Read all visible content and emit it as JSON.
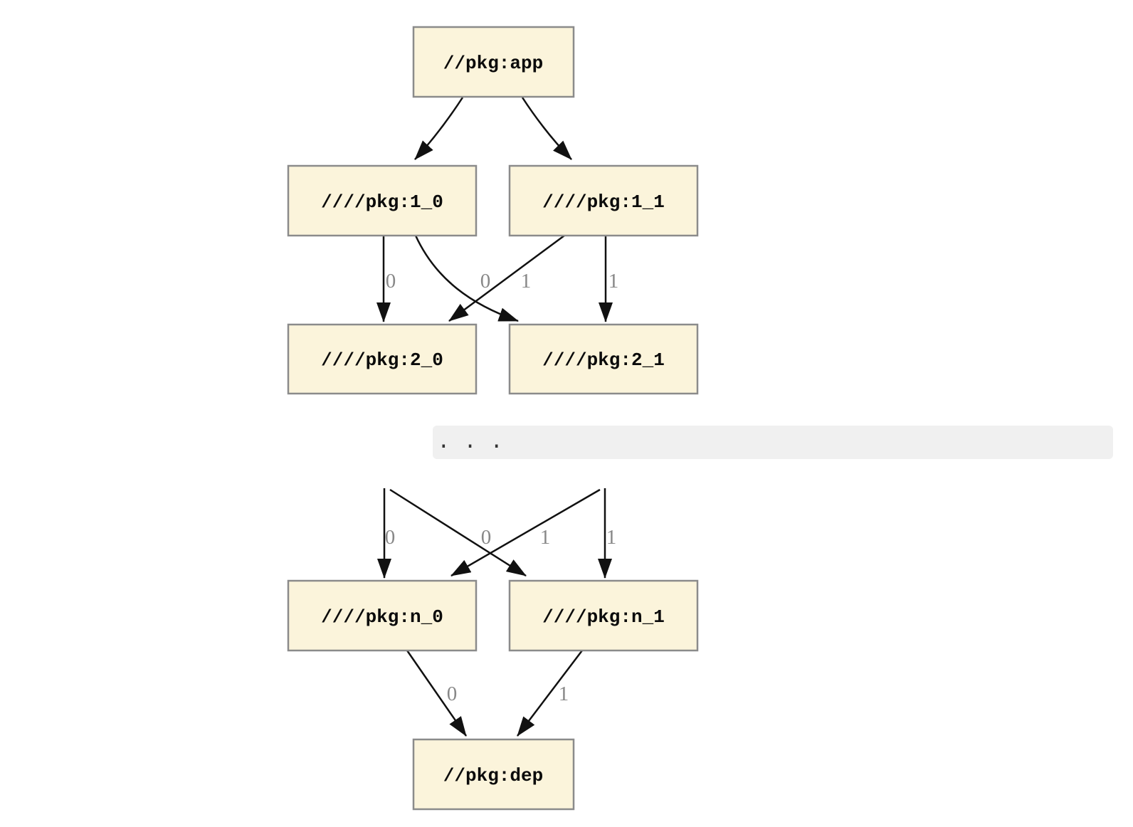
{
  "colors": {
    "node_fill": "#FBF4DB",
    "node_border": "#8B8B8B",
    "edge": "#111111",
    "edge_label": "#888888",
    "ellipsis_band_bg": "#F0F0F0",
    "ellipsis_text_color": "#333333"
  },
  "graph": {
    "nodes": [
      {
        "id": "app",
        "label": "//pkg:app"
      },
      {
        "id": "1_0",
        "label": "////pkg:1_0"
      },
      {
        "id": "1_1",
        "label": "////pkg:1_1"
      },
      {
        "id": "2_0",
        "label": "////pkg:2_0"
      },
      {
        "id": "2_1",
        "label": "////pkg:2_1"
      },
      {
        "id": "n_0",
        "label": "////pkg:n_0"
      },
      {
        "id": "n_1",
        "label": "////pkg:n_1"
      },
      {
        "id": "dep",
        "label": "//pkg:dep"
      }
    ],
    "edges": [
      {
        "from": "app",
        "to": "1_0",
        "label": ""
      },
      {
        "from": "app",
        "to": "1_1",
        "label": ""
      },
      {
        "from": "1_0",
        "to": "2_0",
        "label": "0"
      },
      {
        "from": "1_0",
        "to": "2_1",
        "label": "1"
      },
      {
        "from": "1_1",
        "to": "2_0",
        "label": "0"
      },
      {
        "from": "1_1",
        "to": "2_1",
        "label": "1"
      },
      {
        "from": "…",
        "to": "n_0",
        "label": "0"
      },
      {
        "from": "…",
        "to": "n_1",
        "label": "1"
      },
      {
        "from": "…",
        "to": "n_0",
        "label": "0"
      },
      {
        "from": "…",
        "to": "n_1",
        "label": "1"
      },
      {
        "from": "n_0",
        "to": "dep",
        "label": "0"
      },
      {
        "from": "n_1",
        "to": "dep",
        "label": "1"
      }
    ],
    "ellipsis_text": ". . ."
  }
}
